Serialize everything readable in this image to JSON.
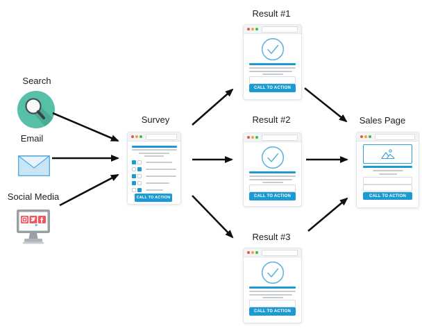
{
  "sources": {
    "search": {
      "label": "Search",
      "icon": "magnifier-icon"
    },
    "email": {
      "label": "Email",
      "icon": "envelope-icon"
    },
    "social": {
      "label": "Social Media",
      "icon": "monitor-social-icon"
    }
  },
  "survey": {
    "label": "Survey",
    "cta": "CALL TO ACTION",
    "checklist": [
      {
        "first": true,
        "second": false,
        "line_w": 38
      },
      {
        "first": false,
        "second": true,
        "line_w": 44
      },
      {
        "first": true,
        "second": false,
        "line_w": 44
      },
      {
        "first": true,
        "second": false,
        "line_w": 34
      },
      {
        "first": false,
        "second": true,
        "line_w": 25
      }
    ]
  },
  "results": [
    {
      "label": "Result #1",
      "cta": "CALL TO ACTION"
    },
    {
      "label": "Result #2",
      "cta": "CALL TO ACTION"
    },
    {
      "label": "Result #3",
      "cta": "CALL TO ACTION"
    }
  ],
  "sales": {
    "label": "Sales Page",
    "cta": "CALL TO ACTION"
  },
  "colors": {
    "accent_blue": "#1B9AD3",
    "check_circle_blue": "#57B2DA",
    "teal": "#57C0A8",
    "teal_shadow": "#49AD96",
    "envelope_fill": "#C9E5F8",
    "envelope_stroke": "#56A6DC",
    "social_red": "#F05562",
    "monitor_gray": "#98A0A6",
    "text_line_gray": "#C6CBD0",
    "arrow_black": "#0F0F0F",
    "dot_red": "#E4574B",
    "dot_orange": "#F2A33C",
    "dot_green": "#3DB94E"
  }
}
